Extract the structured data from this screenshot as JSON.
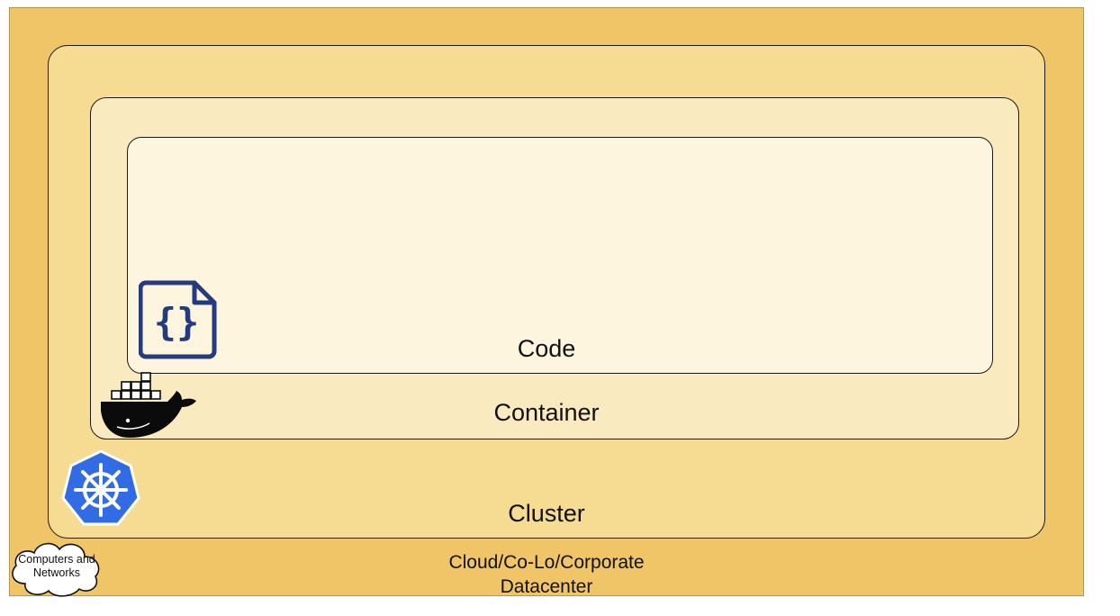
{
  "diagram": {
    "layers": {
      "code": "Code",
      "container": "Container",
      "cluster": "Cluster",
      "datacenter_line1": "Cloud/Co-Lo/Corporate",
      "datacenter_line2": "Datacenter"
    },
    "cloud_node": {
      "line1": "Computers and",
      "line2": "Networks"
    },
    "icons": {
      "code": "code-file-icon",
      "container": "docker-whale-icon",
      "cluster": "kubernetes-helm-icon",
      "network": "cloud-icon"
    },
    "colors": {
      "datacenter": "#efc567",
      "cluster": "#f6dc92",
      "container": "#faeac0",
      "code": "#fdf5de",
      "code_icon": "#253b80",
      "kubernetes": "#326ce5",
      "docker": "#0b0b0b"
    }
  }
}
